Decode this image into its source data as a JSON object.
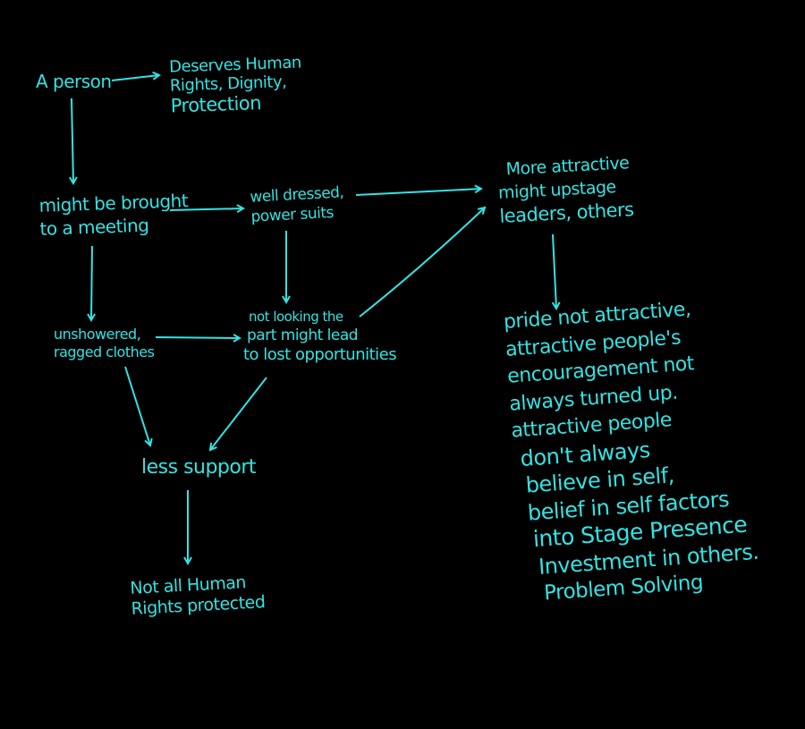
{
  "colors": {
    "background": "#000000",
    "ink": "#33e3e3"
  },
  "nodes": {
    "person": {
      "lines": [
        "A person"
      ]
    },
    "deserves": {
      "lines": [
        "Deserves Human",
        "Rights, Dignity,",
        "Protection"
      ]
    },
    "meeting": {
      "lines": [
        "might be brought",
        "to a meeting"
      ]
    },
    "well_dressed": {
      "lines": [
        "well dressed,",
        "power suits"
      ]
    },
    "more_attractive": {
      "lines": [
        "More attractive",
        "might upstage",
        "leaders, others"
      ]
    },
    "unshowered": {
      "lines": [
        "unshowered,",
        "ragged clothes"
      ]
    },
    "not_looking": {
      "lines": [
        "not looking the",
        "part might lead",
        "to lost opportunities"
      ]
    },
    "less_support": {
      "lines": [
        "less support"
      ]
    },
    "not_all": {
      "lines": [
        "Not all Human",
        "Rights protected"
      ]
    },
    "pride": {
      "lines": [
        "pride not attractive,",
        "attractive people's",
        "encouragement not",
        "always turned up.",
        "attractive people",
        "don't always",
        "believe in  self,",
        "belief in self factors",
        "into Stage Presence",
        "Investment in others.",
        "Problem Solving"
      ]
    }
  }
}
